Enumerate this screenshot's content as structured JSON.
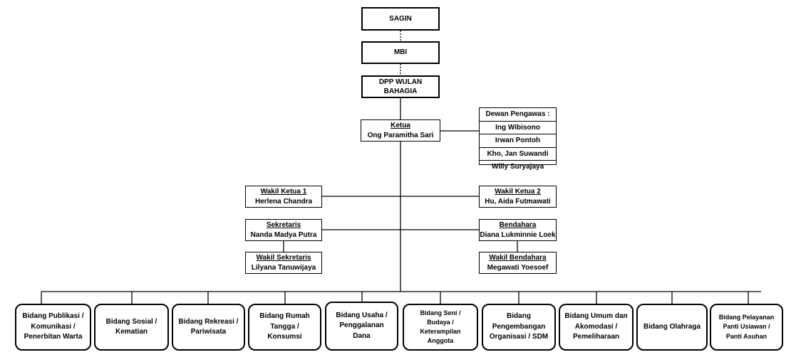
{
  "top_boxes": [
    "SAGIN",
    "MBI",
    "DPP WULAN BAHAGIA"
  ],
  "ketua": {
    "title": "Ketua",
    "name": "Ong Paramitha Sari"
  },
  "dewan_pengawas": {
    "title": "Dewan Pengawas :",
    "members": [
      "Ing Wibisono",
      "Irwan Pontoh",
      "Kho, Jan Suwandi",
      "Willy Suryajaya"
    ]
  },
  "wakil_ketua_1": {
    "title": "Wakil Ketua 1",
    "name": "Herlena Chandra"
  },
  "wakil_ketua_2": {
    "title": "Wakil Ketua 2",
    "name": "Hu, Aida Futmawati"
  },
  "sekretaris": {
    "title": "Sekretaris",
    "name": "Nanda Madya Putra"
  },
  "bendahara": {
    "title": "Bendahara",
    "name": "Diana Lukminnie Loek"
  },
  "wakil_sekretaris": {
    "title": "Wakil Sekretaris",
    "name": "Lilyana Tanuwijaya"
  },
  "wakil_bendahara": {
    "title": "Wakil Bendahara",
    "name": "Megawati Yoesoef"
  },
  "bidang": [
    "Bidang Publikasi / Komunikasi / Penerbitan Warta",
    "Bidang Sosial / Kematian",
    "Bidang Rekreasi / Pariwisata",
    "Bidang Rumah Tangga / Konsumsi",
    "Bidang Usaha / Penggalanan Dana",
    "Bidang Seni / Budaya / Keterampilan Anggota",
    "Bidang Pengembangan Organisasi / SDM",
    "Bidang Umum dan Akomodasi / Pemeliharaan",
    "Bidang Olahraga",
    "Bidang Pelayanan Panti Usiawan / Panti Asuhan"
  ]
}
